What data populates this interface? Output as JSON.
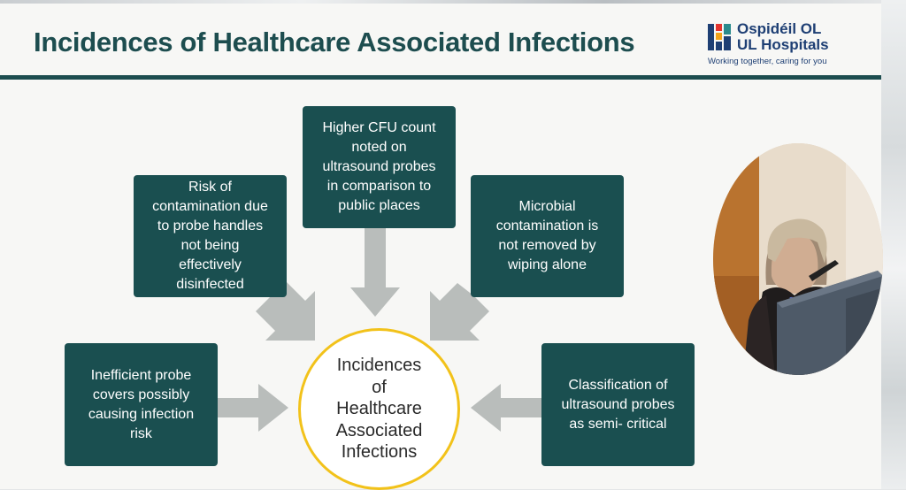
{
  "slide": {
    "title": "Incidences of Healthcare Associated Infections",
    "logo": {
      "name_line1": "Ospidéil OL",
      "name_line2": "UL Hospitals",
      "tagline": "Working together, caring for you"
    }
  },
  "diagram": {
    "center": [
      "Incidences",
      "of",
      "Healthcare",
      "Associated",
      "Infections"
    ],
    "boxes": {
      "top_center": [
        "Higher CFU count",
        "noted on",
        "ultrasound probes",
        "in comparison to",
        "public places"
      ],
      "top_left": [
        "Risk of",
        "contamination due",
        "to probe handles",
        "not being",
        "effectively",
        "disinfected"
      ],
      "top_right": [
        "Microbial",
        "contamination is",
        "not removed by",
        "wiping alone"
      ],
      "bottom_left": [
        "Inefficient probe",
        "covers possibly",
        "causing infection",
        "risk"
      ],
      "bottom_right": [
        "Classification of",
        "ultrasound probes",
        "as semi- critical"
      ]
    }
  },
  "colors": {
    "box_fill": "#1a4f50",
    "title_color": "#1d4d4f",
    "circle_border": "#f2c21a",
    "arrow_fill": "#b9bdbb"
  }
}
